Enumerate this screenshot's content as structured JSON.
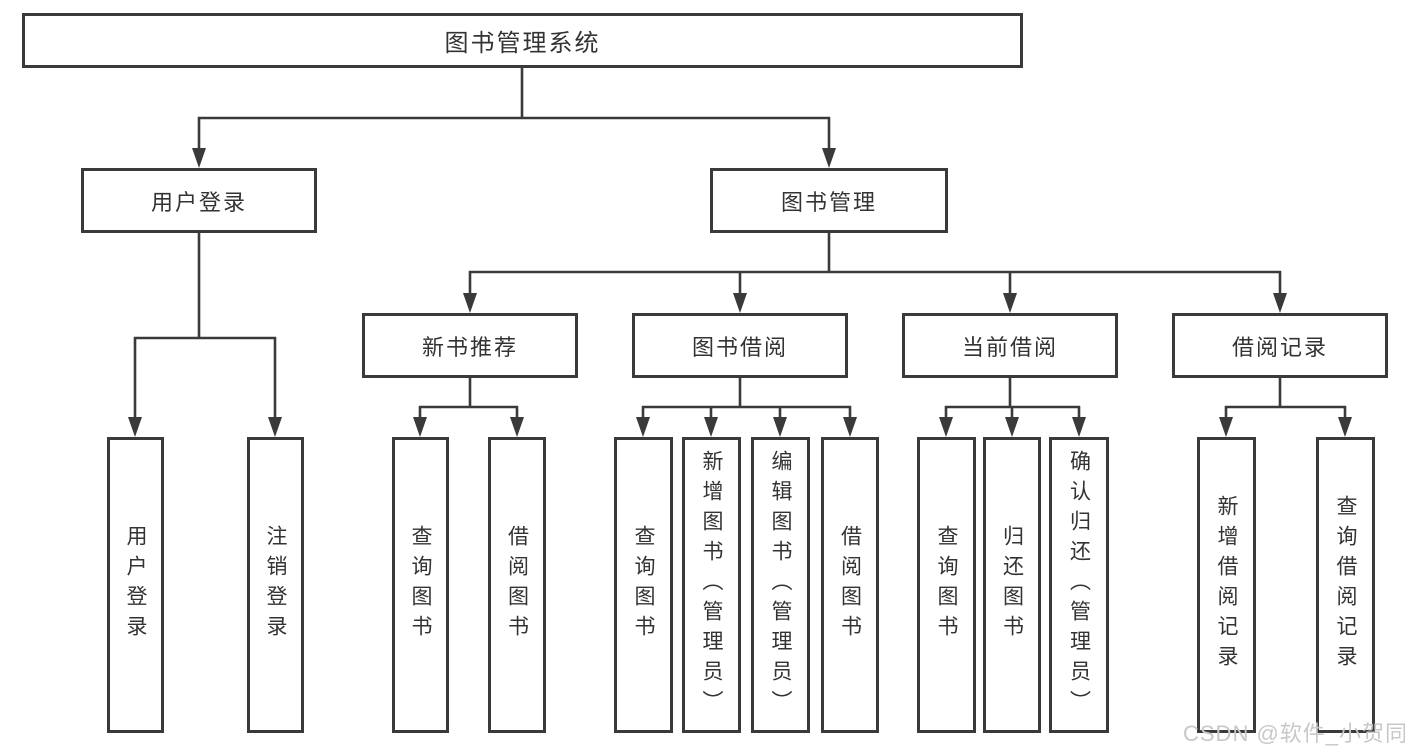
{
  "diagram": {
    "type": "hierarchy-flowchart",
    "root_label": "图书管理系统",
    "watermark": "CSDN @软件_小贺同学",
    "colors": {
      "line": "#3a3a3a",
      "text": "#333333",
      "background": "#ffffff",
      "watermark": "#c8c8c8"
    },
    "nodes": {
      "root": {
        "label": "图书管理系统"
      },
      "user_login": {
        "label": "用户登录"
      },
      "book_mgmt": {
        "label": "图书管理"
      },
      "new_books": {
        "label": "新书推荐"
      },
      "book_borrow": {
        "label": "图书借阅"
      },
      "current_borrow": {
        "label": "当前借阅"
      },
      "borrow_records": {
        "label": "借阅记录"
      },
      "ul_user_login": {
        "label": "用户登录"
      },
      "ul_logout": {
        "label": "注销登录"
      },
      "nb_query_book": {
        "label": "查询图书"
      },
      "nb_borrow_book": {
        "label": "借阅图书"
      },
      "bb_query_book": {
        "label": "查询图书"
      },
      "bb_add_book": {
        "label": "新增图书（管理员）"
      },
      "bb_edit_book": {
        "label": "编辑图书（管理员）"
      },
      "bb_borrow_book": {
        "label": "借阅图书"
      },
      "cb_query_book": {
        "label": "查询图书"
      },
      "cb_return_book": {
        "label": "归还图书"
      },
      "cb_confirm_return": {
        "label": "确认归还（管理员）"
      },
      "br_add_record": {
        "label": "新增借阅记录"
      },
      "br_query_record": {
        "label": "查询借阅记录"
      }
    },
    "hierarchy": {
      "图书管理系统": {
        "用户登录": [
          "用户登录",
          "注销登录"
        ],
        "图书管理": {
          "新书推荐": [
            "查询图书",
            "借阅图书"
          ],
          "图书借阅": [
            "查询图书",
            "新增图书（管理员）",
            "编辑图书（管理员）",
            "借阅图书"
          ],
          "当前借阅": [
            "查询图书",
            "归还图书",
            "确认归还（管理员）"
          ],
          "借阅记录": [
            "新增借阅记录",
            "查询借阅记录"
          ]
        }
      }
    }
  }
}
